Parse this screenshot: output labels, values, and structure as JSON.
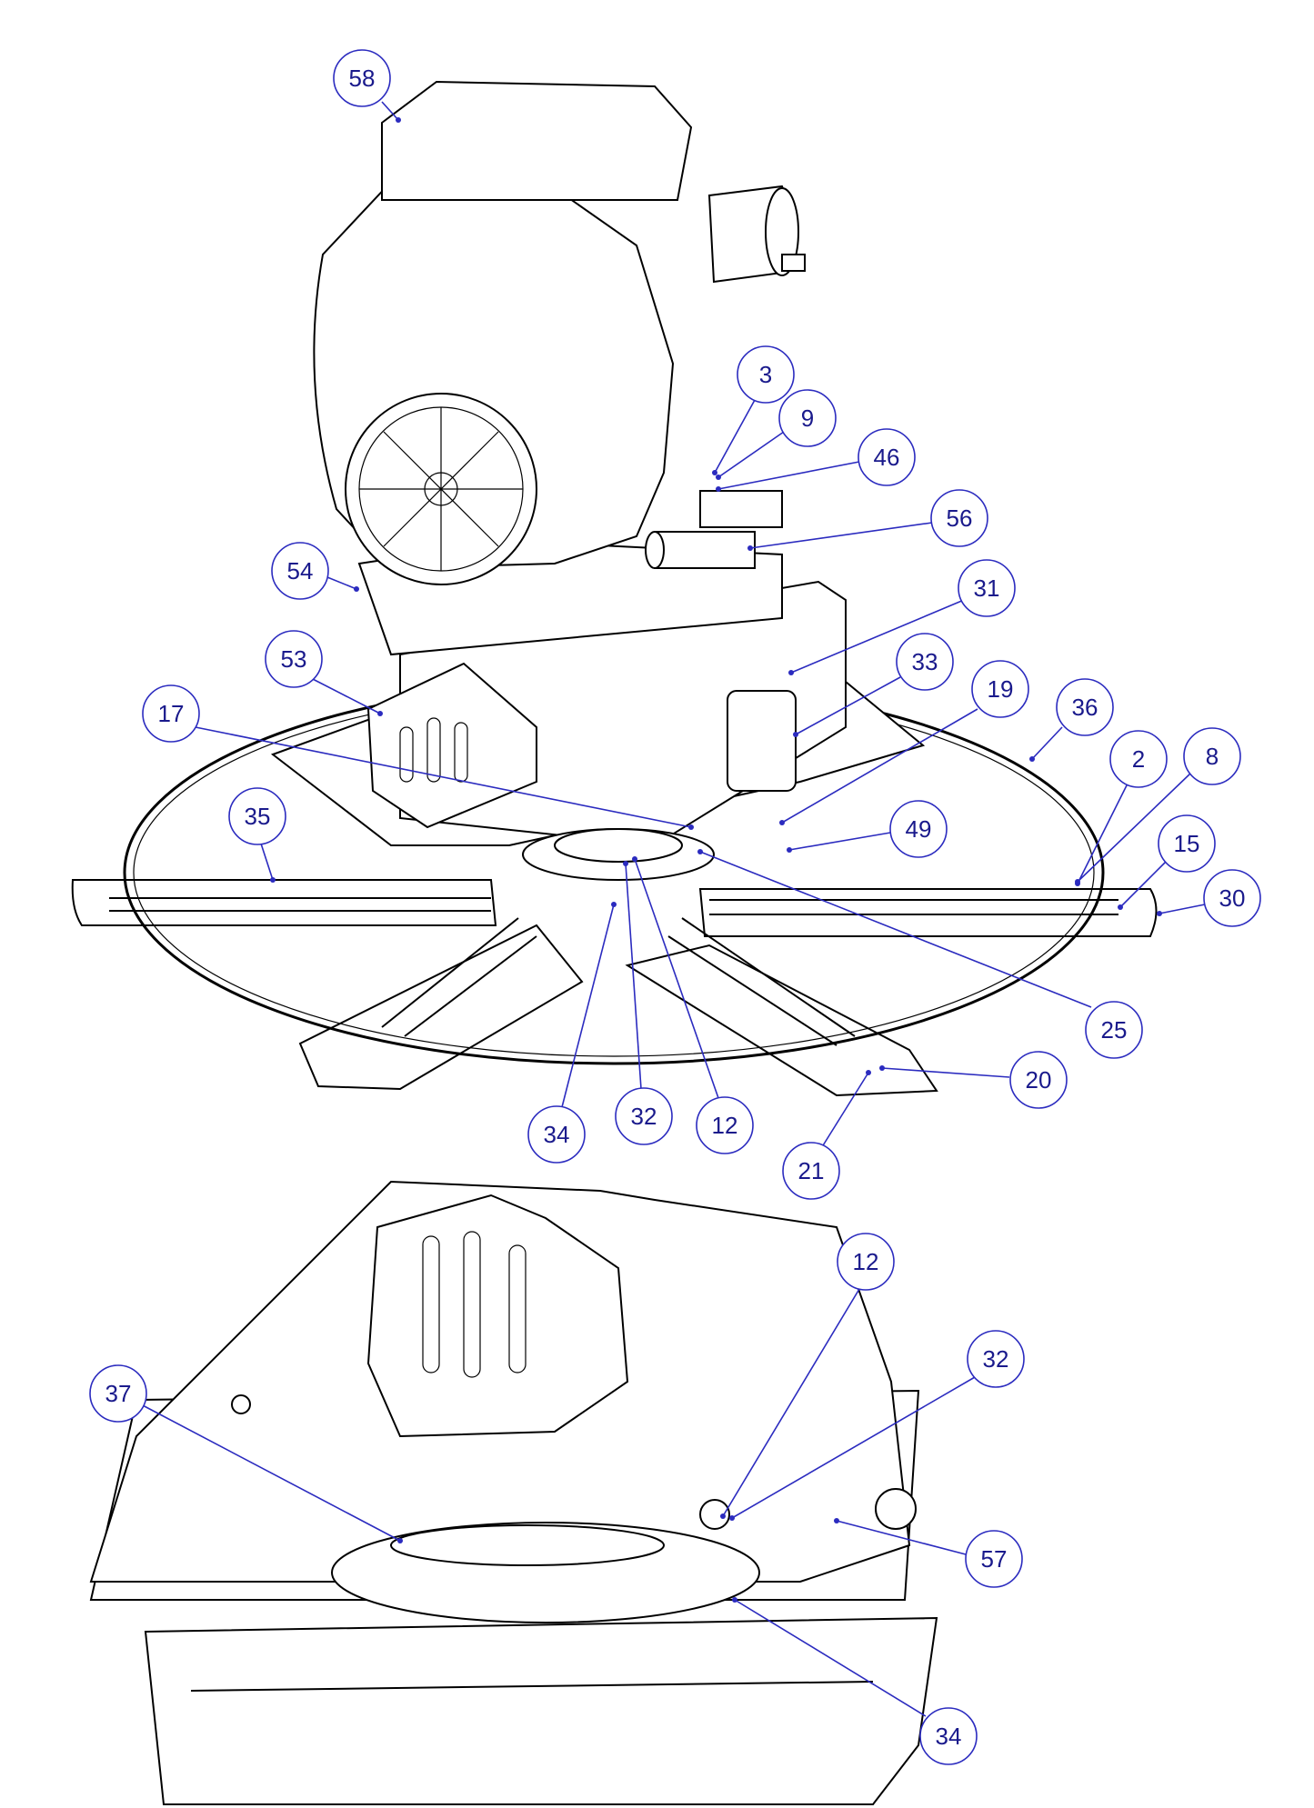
{
  "callouts_top": [
    {
      "id": "c58",
      "label": "58"
    },
    {
      "id": "c3",
      "label": "3"
    },
    {
      "id": "c9",
      "label": "9"
    },
    {
      "id": "c46",
      "label": "46"
    },
    {
      "id": "c56",
      "label": "56"
    },
    {
      "id": "c54",
      "label": "54"
    },
    {
      "id": "c31",
      "label": "31"
    },
    {
      "id": "c53",
      "label": "53"
    },
    {
      "id": "c33",
      "label": "33"
    },
    {
      "id": "c19",
      "label": "19"
    },
    {
      "id": "c36",
      "label": "36"
    },
    {
      "id": "c17",
      "label": "17"
    },
    {
      "id": "c2",
      "label": "2"
    },
    {
      "id": "c8",
      "label": "8"
    },
    {
      "id": "c35",
      "label": "35"
    },
    {
      "id": "c49",
      "label": "49"
    },
    {
      "id": "c15",
      "label": "15"
    },
    {
      "id": "c30",
      "label": "30"
    },
    {
      "id": "c25",
      "label": "25"
    },
    {
      "id": "c20",
      "label": "20"
    },
    {
      "id": "c34a",
      "label": "34"
    },
    {
      "id": "c32a",
      "label": "32"
    },
    {
      "id": "c12a",
      "label": "12"
    },
    {
      "id": "c21",
      "label": "21"
    }
  ],
  "callouts_bottom": [
    {
      "id": "c12b",
      "label": "12"
    },
    {
      "id": "c32b",
      "label": "32"
    },
    {
      "id": "c37",
      "label": "37"
    },
    {
      "id": "c57",
      "label": "57"
    },
    {
      "id": "c34b",
      "label": "34"
    }
  ]
}
